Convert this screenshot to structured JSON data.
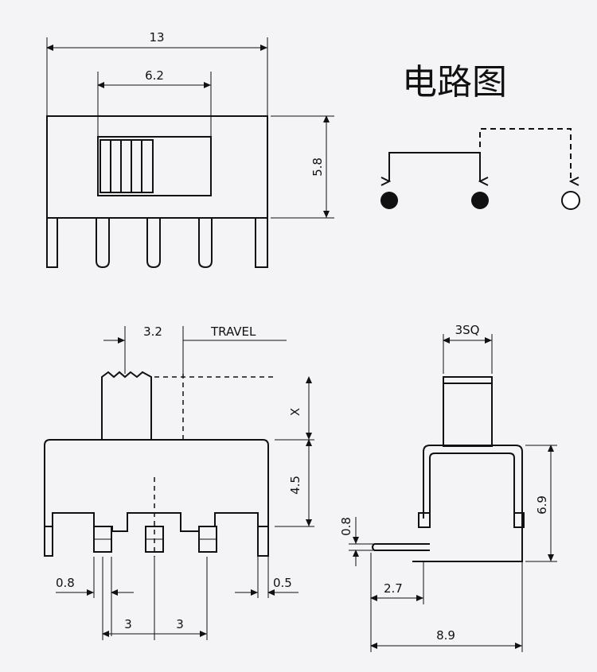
{
  "circuit": {
    "title": "电路图",
    "terminals": [
      {
        "name": "terminal-1",
        "filled": true
      },
      {
        "name": "terminal-2",
        "filled": true
      },
      {
        "name": "terminal-3",
        "filled": false
      }
    ]
  },
  "dimensions": {
    "top_view": {
      "width": "13",
      "slider_window": "6.2",
      "height": "5.8"
    },
    "front_view": {
      "travel_value": "3.2",
      "travel_label": "TRAVEL",
      "actuator_height": "X",
      "body_height": "4.5",
      "pin_width": "0.8",
      "pin_offset": "0.5",
      "pitch_left": "3",
      "pitch_right": "3"
    },
    "side_view": {
      "actuator_square": "3SQ",
      "height": "6.9",
      "pin_thickness": "0.8",
      "pin_length": "2.7",
      "depth": "8.9"
    }
  },
  "colors": {
    "ink": "#111111",
    "paper": "#f4f4f6"
  }
}
